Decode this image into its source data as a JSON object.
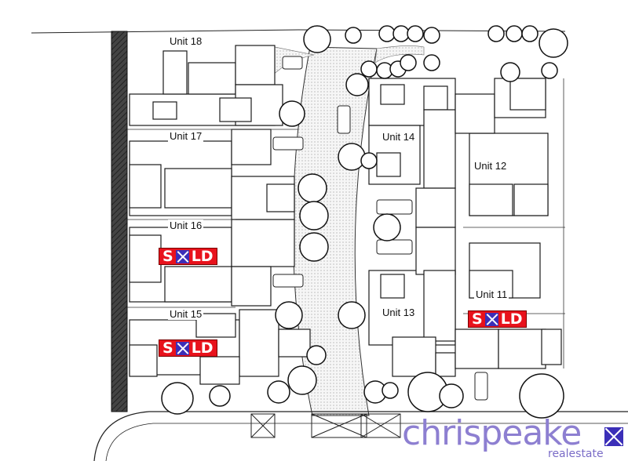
{
  "units": [
    {
      "id": "u18",
      "label": "Unit 18",
      "status": ""
    },
    {
      "id": "u17",
      "label": "Unit 17",
      "status": ""
    },
    {
      "id": "u16",
      "label": "Unit 16",
      "status": "SOLD"
    },
    {
      "id": "u15",
      "label": "Unit 15",
      "status": "SOLD"
    },
    {
      "id": "u14",
      "label": "Unit 14",
      "status": ""
    },
    {
      "id": "u13",
      "label": "Unit 13",
      "status": ""
    },
    {
      "id": "u12",
      "label": "Unit 12",
      "status": ""
    },
    {
      "id": "u11",
      "label": "Unit 11",
      "status": "SOLD"
    }
  ],
  "sold_badge": {
    "letter_s": "S",
    "letters_ld": "LD"
  },
  "brand": {
    "name": "chrispeake",
    "subtitle": "realestate"
  },
  "colors": {
    "sold_red": "#e8121c",
    "brand_purple": "#8d7fd1",
    "brand_indigo": "#3b2fb8",
    "linework": "#1a1a1a"
  }
}
